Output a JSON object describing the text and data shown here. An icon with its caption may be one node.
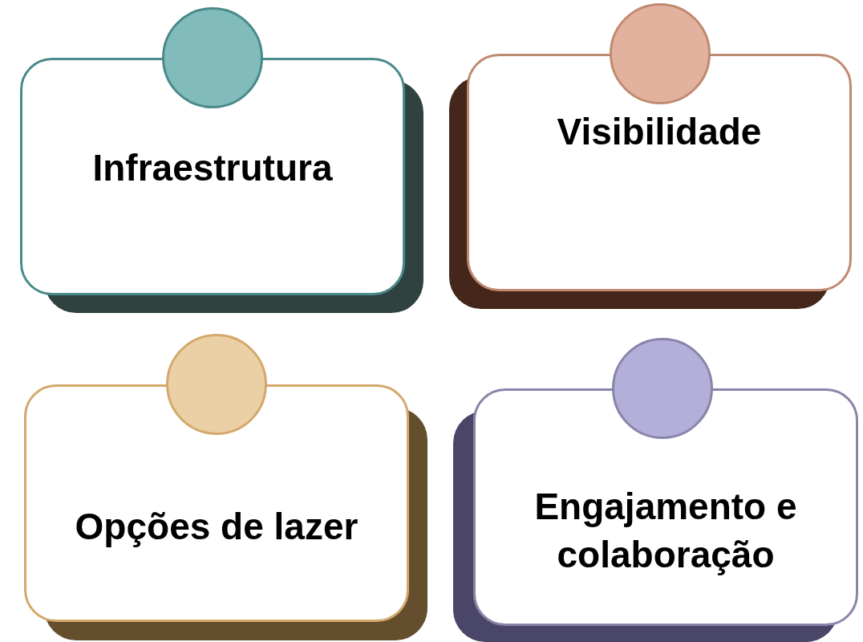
{
  "diagram": {
    "nodes": [
      {
        "text": [
          "Infraestrutura"
        ]
      },
      {
        "text": [
          "Visibilidade"
        ]
      },
      {
        "text": [
          "Opções de lazer"
        ]
      },
      {
        "text": [
          "Engajamento e colaboração"
        ]
      },
      {
        "text": [],
        "shape": "circle"
      },
      {
        "text": [],
        "shape": "circle"
      },
      {
        "text": [],
        "shape": "circle"
      },
      {
        "text": [],
        "shape": "circle"
      }
    ]
  }
}
